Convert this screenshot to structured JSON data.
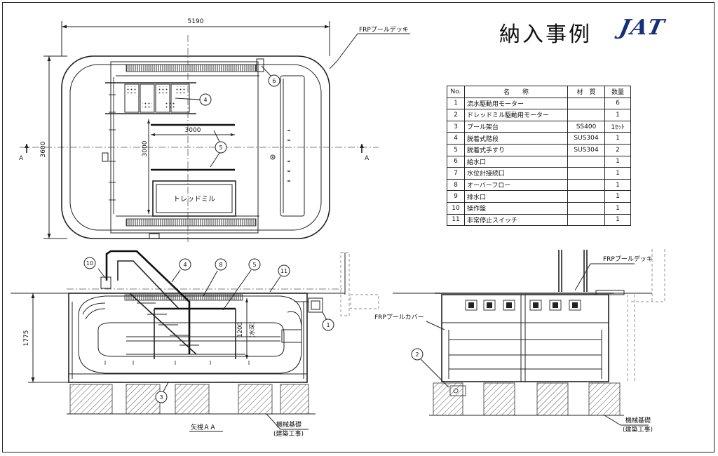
{
  "title": "納入事例",
  "logo_text": "JAT",
  "colors": {
    "logo": "#14307a",
    "line": "#222222",
    "background": "#ffffff"
  },
  "plan_view": {
    "width_dim": "5190",
    "height_dim": "3600",
    "inner_length_dim": "3000",
    "inner_length_dim_vertical": "3000",
    "deck_label": "FRPプールデッキ",
    "treadmill_label": "トレッドミル",
    "section_marker": "A",
    "callouts": [
      "4",
      "5",
      "6"
    ]
  },
  "parts_table": {
    "headers": [
      "No.",
      "名　　称",
      "材　質",
      "数量"
    ],
    "rows": [
      {
        "no": "1",
        "name": "流水駆動用モーター",
        "material": "",
        "qty": "6"
      },
      {
        "no": "2",
        "name": "ドレッドミル駆動用モーター",
        "material": "",
        "qty": "1"
      },
      {
        "no": "3",
        "name": "プール架台",
        "material": "SS400",
        "qty": "1ｾｯﾄ"
      },
      {
        "no": "4",
        "name": "脱着式階段",
        "material": "SUS304",
        "qty": "1"
      },
      {
        "no": "5",
        "name": "脱着式手すり",
        "material": "SUS304",
        "qty": "2"
      },
      {
        "no": "6",
        "name": "給水口",
        "material": "",
        "qty": "1"
      },
      {
        "no": "7",
        "name": "水位計接続口",
        "material": "",
        "qty": "1"
      },
      {
        "no": "8",
        "name": "オーバーフロー",
        "material": "",
        "qty": "1"
      },
      {
        "no": "9",
        "name": "排水口",
        "material": "",
        "qty": "1"
      },
      {
        "no": "10",
        "name": "操作盤",
        "material": "",
        "qty": "1"
      },
      {
        "no": "11",
        "name": "非常停止スイッチ",
        "material": "",
        "qty": "1"
      }
    ]
  },
  "section_view": {
    "height_dim": "1775",
    "water_depth_dim": "1200",
    "water_depth_note": "(水深)",
    "view_label": "矢視ＡＡ",
    "foundation_label": "機械基礎",
    "foundation_note": "(建築工事)",
    "callouts": [
      "10",
      "4",
      "8",
      "5",
      "11",
      "1",
      "3"
    ]
  },
  "end_view": {
    "deck_label": "FRPプールデッキ",
    "cover_label": "FRPプールカバー",
    "foundation_label": "機械基礎",
    "foundation_note": "(建築工事)",
    "callouts": [
      "2"
    ]
  }
}
